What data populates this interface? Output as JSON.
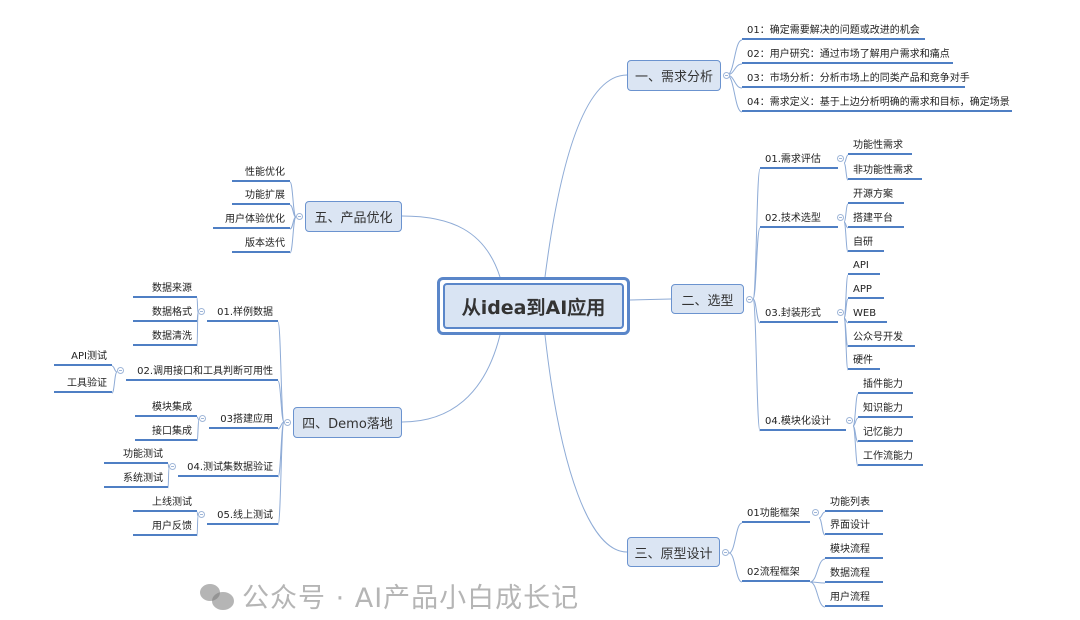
{
  "root": {
    "label": "从idea到AI应用"
  },
  "branches": {
    "b1": {
      "label": "一、需求分析",
      "items": [
        "01：确定需要解决的问题或改进的机会",
        "02：用户研究：通过市场了解用户需求和痛点",
        "03：市场分析：分析市场上的同类产品和竞争对手",
        "04：需求定义：基于上边分析明确的需求和目标，确定场景"
      ]
    },
    "b2": {
      "label": "二、选型",
      "subs": [
        {
          "label": "01.需求评估",
          "items": [
            "功能性需求",
            "非功能性需求"
          ]
        },
        {
          "label": "02.技术选型",
          "items": [
            "开源方案",
            "搭建平台",
            "自研"
          ]
        },
        {
          "label": "03.封装形式",
          "items": [
            "API",
            "APP",
            "WEB",
            "公众号开发",
            "硬件"
          ]
        },
        {
          "label": "04.模块化设计",
          "items": [
            "插件能力",
            "知识能力",
            "记忆能力",
            "工作流能力"
          ]
        }
      ]
    },
    "b3": {
      "label": "三、原型设计",
      "subs": [
        {
          "label": "01功能框架",
          "items": [
            "功能列表",
            "界面设计"
          ]
        },
        {
          "label": "02流程框架",
          "items": [
            "模块流程",
            "数据流程",
            "用户流程"
          ]
        }
      ]
    },
    "b4": {
      "label": "四、Demo落地",
      "subs": [
        {
          "label": "01.样例数据",
          "items": [
            "数据来源",
            "数据格式",
            "数据清洗"
          ]
        },
        {
          "label": "02.调用接口和工具判断可用性",
          "items": [
            "API测试",
            "工具验证"
          ]
        },
        {
          "label": "03搭建应用",
          "items": [
            "模块集成",
            "接口集成"
          ]
        },
        {
          "label": "04.测试集数据验证",
          "items": [
            "功能测试",
            "系统测试"
          ]
        },
        {
          "label": "05.线上测试",
          "items": [
            "上线测试",
            "用户反馈"
          ]
        }
      ]
    },
    "b5": {
      "label": "五、产品优化",
      "items": [
        "性能优化",
        "功能扩展",
        "用户体验优化",
        "版本迭代"
      ]
    }
  },
  "watermark": {
    "text": "公众号 · AI产品小白成长记"
  },
  "colors": {
    "line": "#8eabd6",
    "underline": "#4f7fc4",
    "node_fill": "#dbe5f3",
    "node_border": "#6b93cf"
  }
}
